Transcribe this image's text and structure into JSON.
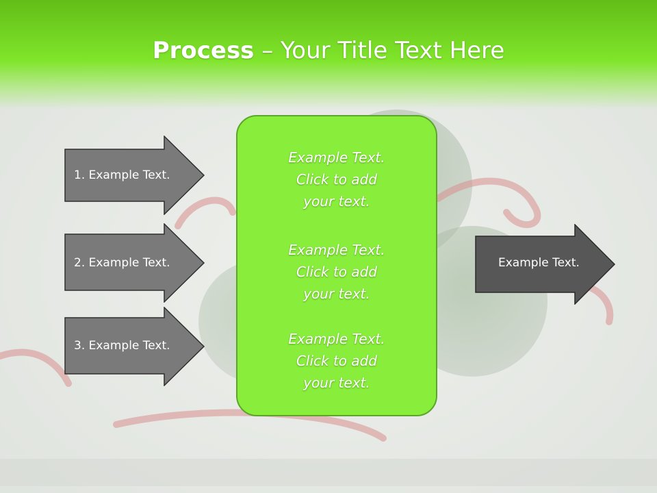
{
  "slide": {
    "title_bold": "Process",
    "title_rest": " – Your Title Text Here"
  },
  "left_arrows": [
    {
      "label": "1. Example Text."
    },
    {
      "label": "2. Example Text."
    },
    {
      "label": "3. Example Text."
    }
  ],
  "center_box": {
    "blocks": [
      {
        "line1": "Example Text.",
        "line2": "Click  to add",
        "line3": "your text."
      },
      {
        "line1": "Example Text.",
        "line2": "Click  to add",
        "line3": "your text."
      },
      {
        "line1": "Example Text.",
        "line2": "Click  to add",
        "line3": "your text."
      }
    ]
  },
  "right_arrow": {
    "label": "Example Text."
  },
  "colors": {
    "title_band": "#7fe52a",
    "center_box_fill": "#88ee3b",
    "left_arrow_fill": "#7a7a7a",
    "right_arrow_fill": "#575757"
  }
}
